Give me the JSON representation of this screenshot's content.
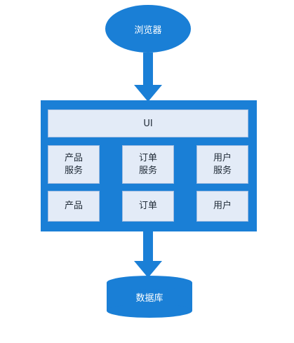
{
  "browser": {
    "label": "浏览器"
  },
  "app": {
    "ui_label": "UI",
    "service_row": [
      {
        "line1": "产品",
        "line2": "服务"
      },
      {
        "line1": "订单",
        "line2": "服务"
      },
      {
        "line1": "用户",
        "line2": "服务"
      }
    ],
    "data_row": [
      {
        "label": "产品"
      },
      {
        "label": "订单"
      },
      {
        "label": "用户"
      }
    ]
  },
  "database": {
    "label": "数据库"
  },
  "colors": {
    "accent": "#1a7fd6",
    "box_fill": "#e3ebf7",
    "box_border": "#9fbbe0"
  }
}
